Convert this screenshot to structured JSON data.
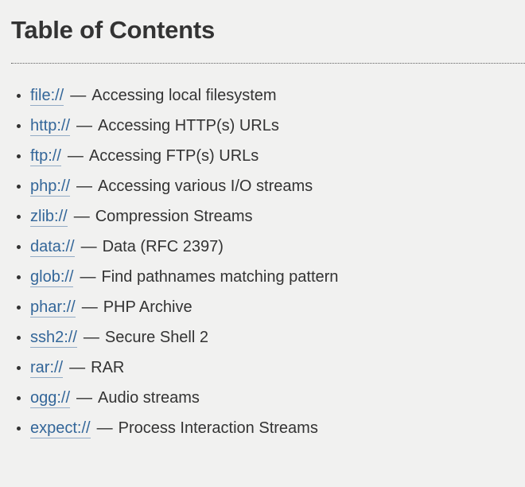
{
  "colors": {
    "background": "#f1f1f0",
    "heading_text": "#333333",
    "body_text": "#333333",
    "link": "#336699",
    "link_underline": "rgba(51,102,153,0.5)",
    "divider": "#5f5f5f"
  },
  "toc": {
    "heading": "Table of Contents",
    "separator": "—",
    "items": [
      {
        "link": "file://",
        "description": "Accessing local filesystem"
      },
      {
        "link": "http://",
        "description": "Accessing HTTP(s) URLs"
      },
      {
        "link": "ftp://",
        "description": "Accessing FTP(s) URLs"
      },
      {
        "link": "php://",
        "description": "Accessing various I/O streams"
      },
      {
        "link": "zlib://",
        "description": "Compression Streams"
      },
      {
        "link": "data://",
        "description": "Data (RFC 2397)"
      },
      {
        "link": "glob://",
        "description": "Find pathnames matching pattern"
      },
      {
        "link": "phar://",
        "description": "PHP Archive"
      },
      {
        "link": "ssh2://",
        "description": "Secure Shell 2"
      },
      {
        "link": "rar://",
        "description": "RAR"
      },
      {
        "link": "ogg://",
        "description": "Audio streams"
      },
      {
        "link": "expect://",
        "description": "Process Interaction Streams"
      }
    ]
  }
}
